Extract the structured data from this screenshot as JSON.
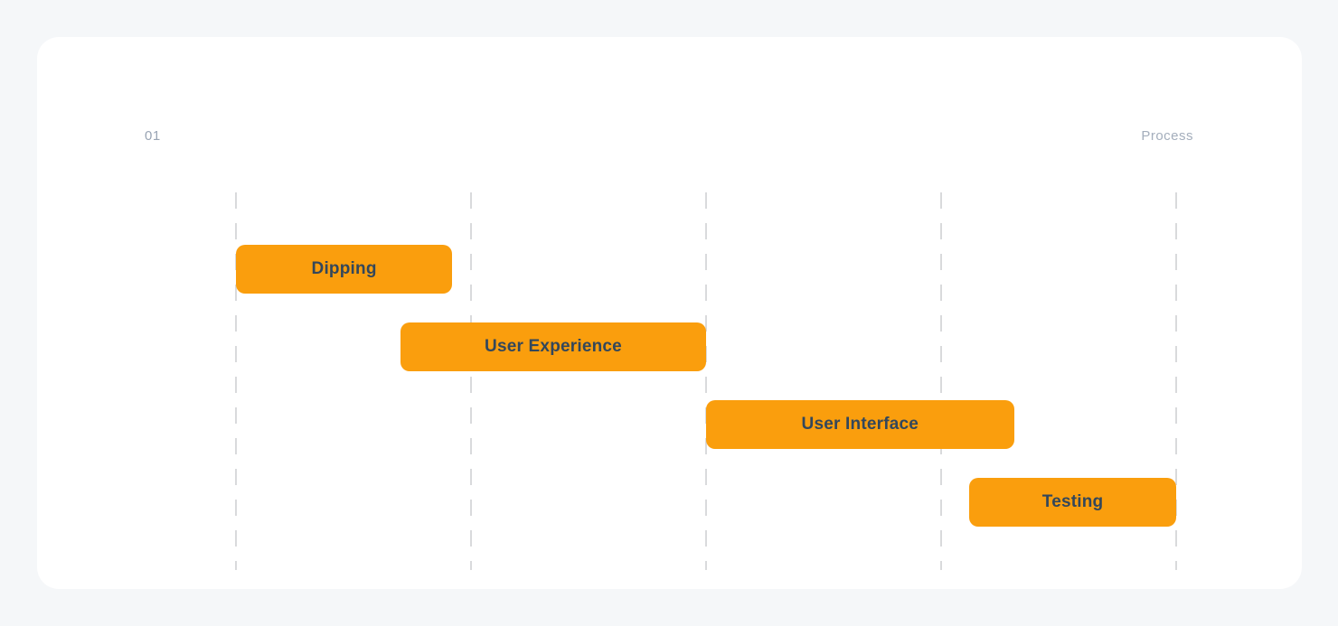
{
  "header": {
    "slide_number": "01",
    "title": "Process"
  },
  "colors": {
    "page_background": "#f5f7f9",
    "card_background": "#ffffff",
    "bar_fill": "#fa9e0d",
    "bar_text": "#33475b",
    "gridline": "#d9dadc",
    "muted_text": "#9aa5b4"
  },
  "chart_data": {
    "type": "bar",
    "subtype": "gantt-timeline",
    "title": "Process",
    "gridline_count": 5,
    "x_axis_units": "columns 0 to 4 (unlabeled dashed gridlines)",
    "tasks": [
      {
        "label": "Dipping",
        "row": 1,
        "start": 0.0,
        "end": 0.92
      },
      {
        "label": "User Experience",
        "row": 2,
        "start": 0.7,
        "end": 2.0
      },
      {
        "label": "User Interface",
        "row": 3,
        "start": 2.0,
        "end": 3.31
      },
      {
        "label": "Testing",
        "row": 4,
        "start": 3.12,
        "end": 4.0
      }
    ]
  }
}
